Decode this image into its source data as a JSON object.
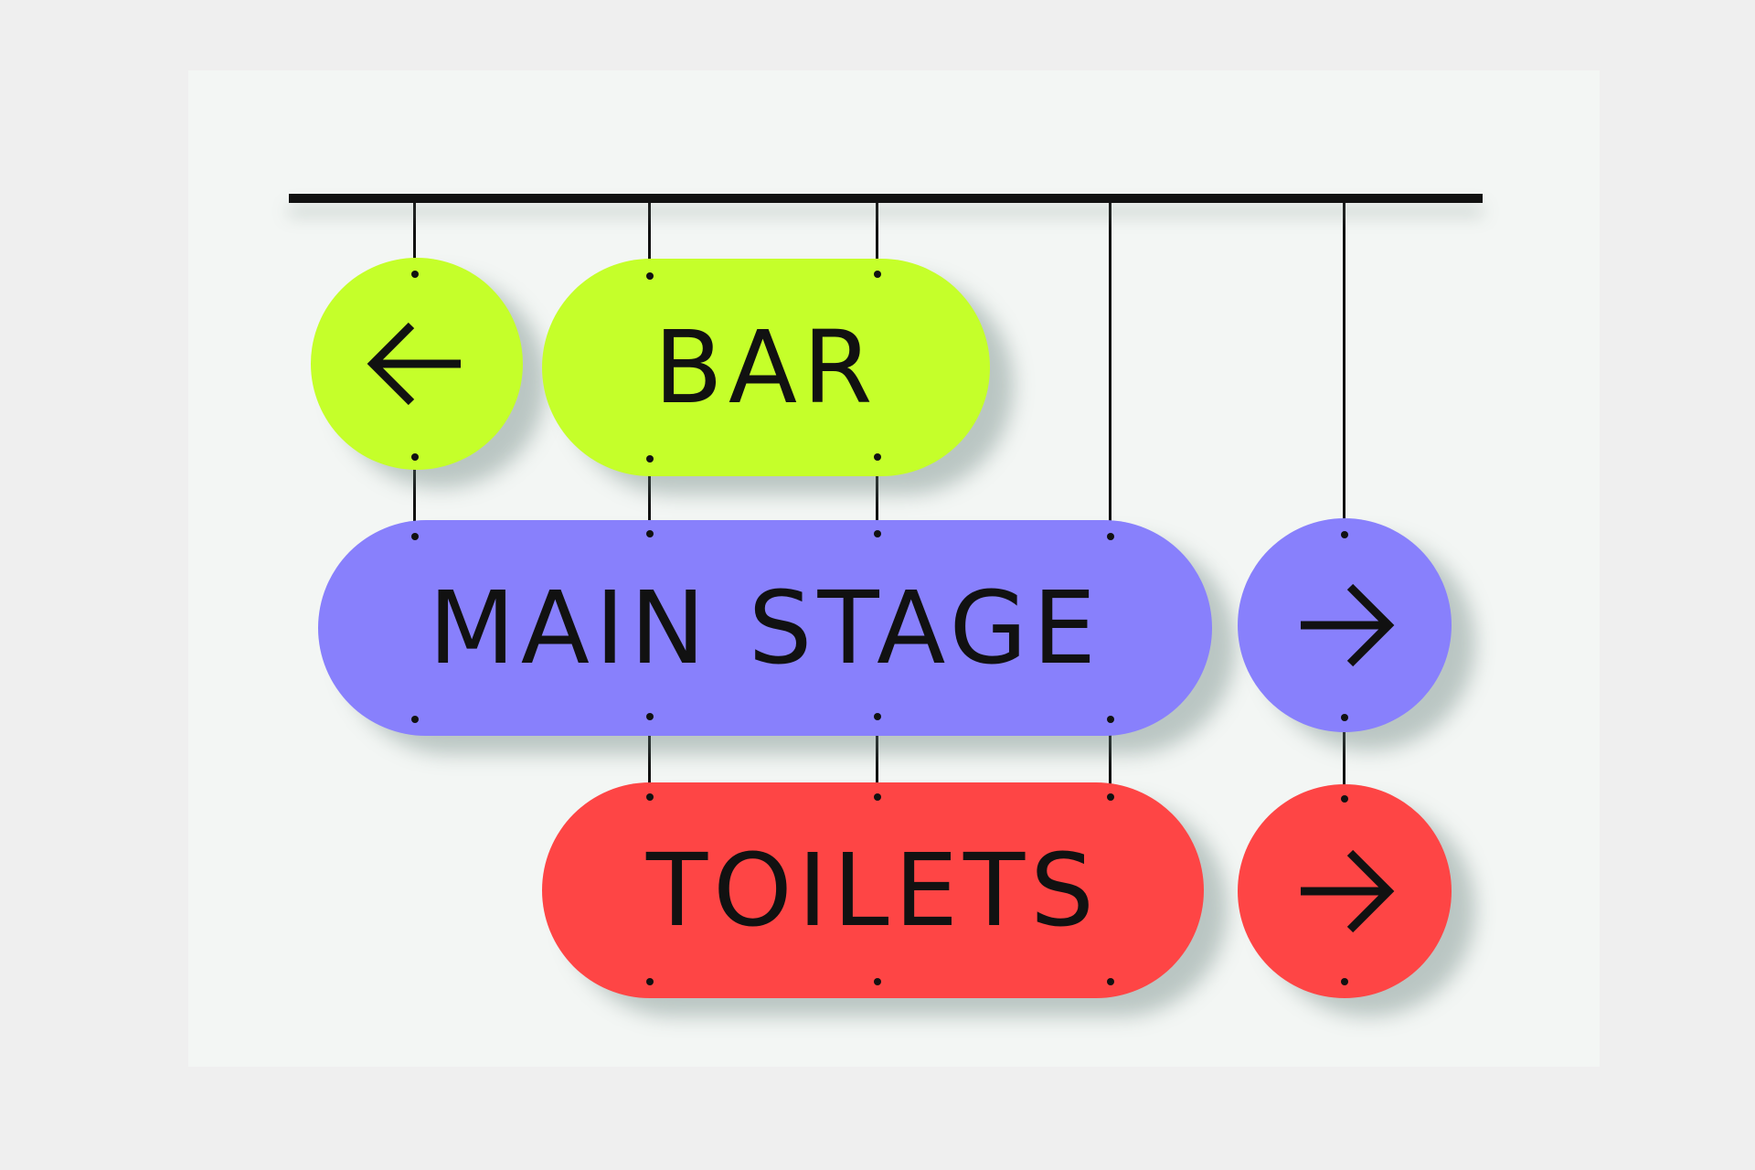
{
  "colors": {
    "lime": "#c5ff2a",
    "violet": "#8880fc",
    "red": "#fe4545",
    "ink": "#111111",
    "board": "#f3f6f4"
  },
  "signs": {
    "bar": {
      "label": "BAR",
      "arrow": "arrow-left-icon",
      "color": "#c5ff2a"
    },
    "main_stage": {
      "label": "MAIN STAGE",
      "arrow": "arrow-right-icon",
      "color": "#8880fc"
    },
    "toilets": {
      "label": "TOILETS",
      "arrow": "arrow-right-icon",
      "color": "#fe4545"
    }
  }
}
